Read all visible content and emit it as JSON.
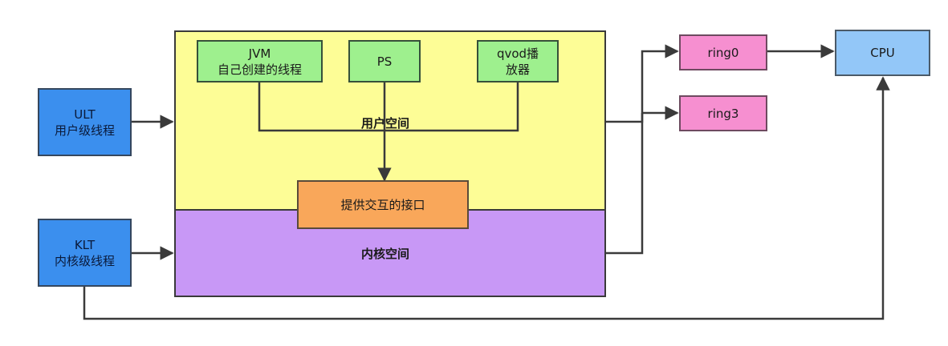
{
  "nodes": {
    "ult": {
      "line1": "ULT",
      "line2": "用户级线程"
    },
    "klt": {
      "line1": "KLT",
      "line2": "内核级线程"
    },
    "jvm": {
      "line1": "JVM",
      "line2": "自己创建的线程"
    },
    "ps": {
      "label": "PS"
    },
    "qvod": {
      "line1": "qvod播",
      "line2": "放器"
    },
    "interface": {
      "label": "提供交互的接口"
    },
    "ring0": {
      "label": "ring0"
    },
    "ring3": {
      "label": "ring3"
    },
    "cpu": {
      "label": "CPU"
    }
  },
  "regions": {
    "user_space": {
      "label": "用户空间",
      "color": "#fdfd96"
    },
    "kernel_space": {
      "label": "内核空间",
      "color": "#c898f6"
    }
  },
  "colors": {
    "line": "#3a3a3a"
  }
}
